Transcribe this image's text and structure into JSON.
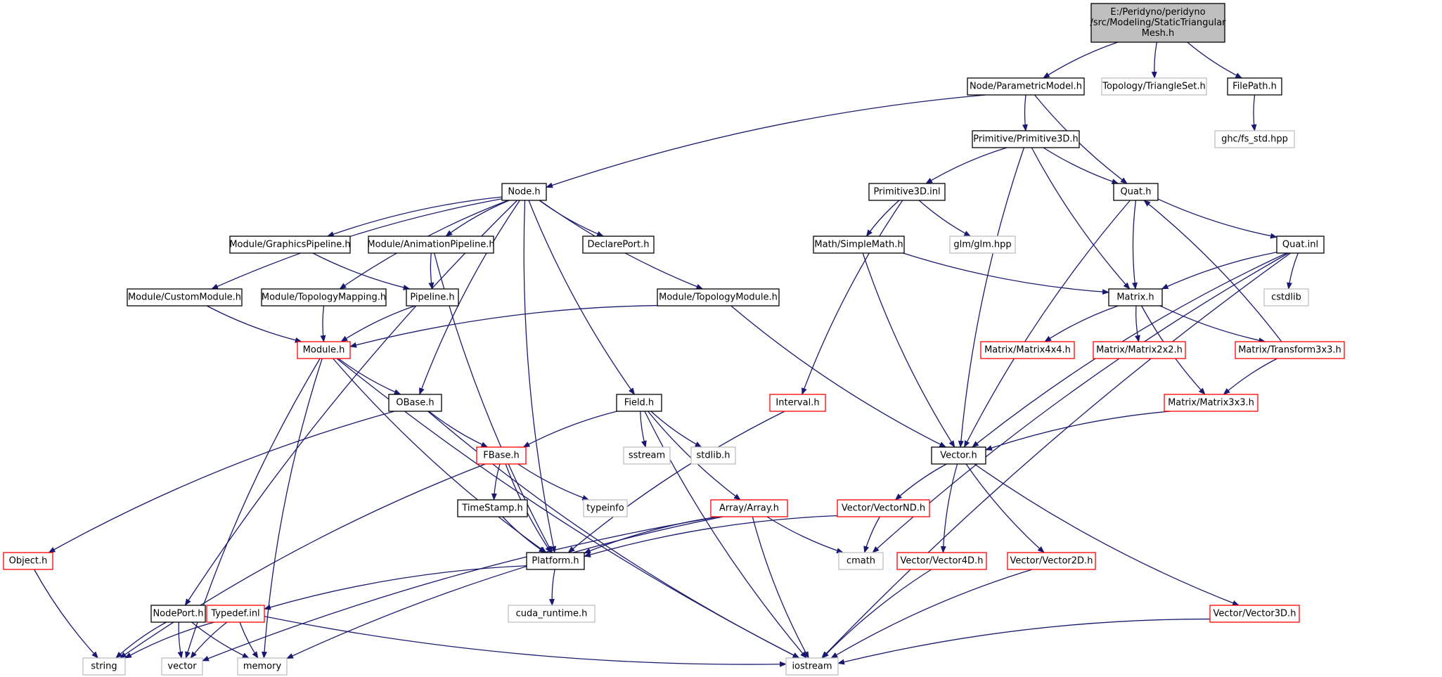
{
  "colors": {
    "edge": "#191970",
    "border_normal": "#000000",
    "border_truncated": "#ff0000",
    "border_external": "#bfbfbf",
    "root_fill": "#bfbfbf",
    "node_fill": "#ffffff"
  },
  "nodes": [
    {
      "id": "root",
      "lines": [
        "E:/Peridyno/peridyno",
        "/src/Modeling/StaticTriangular",
        "Mesh.h"
      ],
      "kind": "root"
    },
    {
      "id": "parametric",
      "lines": [
        "Node/ParametricModel.h"
      ],
      "kind": "normal"
    },
    {
      "id": "triset",
      "lines": [
        "Topology/TriangleSet.h"
      ],
      "kind": "external"
    },
    {
      "id": "filepath",
      "lines": [
        "FilePath.h"
      ],
      "kind": "normal"
    },
    {
      "id": "ghc",
      "lines": [
        "ghc/fs_std.hpp"
      ],
      "kind": "external"
    },
    {
      "id": "prim3d",
      "lines": [
        "Primitive/Primitive3D.h"
      ],
      "kind": "normal"
    },
    {
      "id": "node",
      "lines": [
        "Node.h"
      ],
      "kind": "normal"
    },
    {
      "id": "priminl",
      "lines": [
        "Primitive3D.inl"
      ],
      "kind": "normal"
    },
    {
      "id": "quath",
      "lines": [
        "Quat.h"
      ],
      "kind": "normal"
    },
    {
      "id": "gfxpipe",
      "lines": [
        "Module/GraphicsPipeline.h"
      ],
      "kind": "normal"
    },
    {
      "id": "animpipe",
      "lines": [
        "Module/AnimationPipeline.h"
      ],
      "kind": "normal"
    },
    {
      "id": "declport",
      "lines": [
        "DeclarePort.h"
      ],
      "kind": "normal"
    },
    {
      "id": "simplemath",
      "lines": [
        "Math/SimpleMath.h"
      ],
      "kind": "normal"
    },
    {
      "id": "glm",
      "lines": [
        "glm/glm.hpp"
      ],
      "kind": "external"
    },
    {
      "id": "quatinl",
      "lines": [
        "Quat.inl"
      ],
      "kind": "normal"
    },
    {
      "id": "custmod",
      "lines": [
        "Module/CustomModule.h"
      ],
      "kind": "normal"
    },
    {
      "id": "topomap",
      "lines": [
        "Module/TopologyMapping.h"
      ],
      "kind": "normal"
    },
    {
      "id": "pipeline",
      "lines": [
        "Pipeline.h"
      ],
      "kind": "normal"
    },
    {
      "id": "topomod",
      "lines": [
        "Module/TopologyModule.h"
      ],
      "kind": "normal"
    },
    {
      "id": "matrix",
      "lines": [
        "Matrix.h"
      ],
      "kind": "normal"
    },
    {
      "id": "cstdlib",
      "lines": [
        "cstdlib"
      ],
      "kind": "external"
    },
    {
      "id": "module",
      "lines": [
        "Module.h"
      ],
      "kind": "truncated"
    },
    {
      "id": "m44",
      "lines": [
        "Matrix/Matrix4x4.h"
      ],
      "kind": "truncated"
    },
    {
      "id": "m22",
      "lines": [
        "Matrix/Matrix2x2.h"
      ],
      "kind": "truncated"
    },
    {
      "id": "t33",
      "lines": [
        "Matrix/Transform3x3.h"
      ],
      "kind": "truncated"
    },
    {
      "id": "obase",
      "lines": [
        "OBase.h"
      ],
      "kind": "normal"
    },
    {
      "id": "field",
      "lines": [
        "Field.h"
      ],
      "kind": "normal"
    },
    {
      "id": "interval",
      "lines": [
        "Interval.h"
      ],
      "kind": "truncated"
    },
    {
      "id": "m33",
      "lines": [
        "Matrix/Matrix3x3.h"
      ],
      "kind": "truncated"
    },
    {
      "id": "fbase",
      "lines": [
        "FBase.h"
      ],
      "kind": "truncated"
    },
    {
      "id": "sstream",
      "lines": [
        "sstream"
      ],
      "kind": "external"
    },
    {
      "id": "stdlib",
      "lines": [
        "stdlib.h"
      ],
      "kind": "external"
    },
    {
      "id": "vector",
      "lines": [
        "Vector.h"
      ],
      "kind": "normal"
    },
    {
      "id": "timestamp",
      "lines": [
        "TimeStamp.h"
      ],
      "kind": "normal"
    },
    {
      "id": "typeinfo",
      "lines": [
        "typeinfo"
      ],
      "kind": "external"
    },
    {
      "id": "array",
      "lines": [
        "Array/Array.h"
      ],
      "kind": "truncated"
    },
    {
      "id": "vecnd",
      "lines": [
        "Vector/VectorND.h"
      ],
      "kind": "truncated"
    },
    {
      "id": "object",
      "lines": [
        "Object.h"
      ],
      "kind": "truncated"
    },
    {
      "id": "platform",
      "lines": [
        "Platform.h"
      ],
      "kind": "normal"
    },
    {
      "id": "cmath",
      "lines": [
        "cmath"
      ],
      "kind": "external"
    },
    {
      "id": "vec4",
      "lines": [
        "Vector/Vector4D.h"
      ],
      "kind": "truncated"
    },
    {
      "id": "vec2",
      "lines": [
        "Vector/Vector2D.h"
      ],
      "kind": "truncated"
    },
    {
      "id": "cuda",
      "lines": [
        "cuda_runtime.h"
      ],
      "kind": "external"
    },
    {
      "id": "nodeport",
      "lines": [
        "NodePort.h"
      ],
      "kind": "normal"
    },
    {
      "id": "typedefinl",
      "lines": [
        "Typedef.inl"
      ],
      "kind": "truncated"
    },
    {
      "id": "vec3",
      "lines": [
        "Vector/Vector3D.h"
      ],
      "kind": "truncated"
    },
    {
      "id": "string",
      "lines": [
        "string"
      ],
      "kind": "external"
    },
    {
      "id": "stdvector",
      "lines": [
        "vector"
      ],
      "kind": "external"
    },
    {
      "id": "memory",
      "lines": [
        "memory"
      ],
      "kind": "external"
    },
    {
      "id": "iostream",
      "lines": [
        "iostream"
      ],
      "kind": "external"
    }
  ],
  "edges": [
    [
      "root",
      "parametric"
    ],
    [
      "root",
      "triset"
    ],
    [
      "root",
      "filepath"
    ],
    [
      "filepath",
      "ghc"
    ],
    [
      "parametric",
      "node"
    ],
    [
      "parametric",
      "prim3d"
    ],
    [
      "parametric",
      "quath"
    ],
    [
      "prim3d",
      "priminl"
    ],
    [
      "prim3d",
      "quath"
    ],
    [
      "prim3d",
      "matrix"
    ],
    [
      "prim3d",
      "vector"
    ],
    [
      "priminl",
      "simplemath"
    ],
    [
      "priminl",
      "glm"
    ],
    [
      "priminl",
      "interval"
    ],
    [
      "node",
      "custmod"
    ],
    [
      "node",
      "topomap"
    ],
    [
      "node",
      "gfxpipe"
    ],
    [
      "node",
      "animpipe"
    ],
    [
      "node",
      "declport"
    ],
    [
      "node",
      "topomod"
    ],
    [
      "node",
      "field"
    ],
    [
      "node",
      "obase"
    ],
    [
      "node",
      "platform"
    ],
    [
      "node",
      "nodeport"
    ],
    [
      "gfxpipe",
      "pipeline"
    ],
    [
      "animpipe",
      "pipeline"
    ],
    [
      "animpipe",
      "platform"
    ],
    [
      "custmod",
      "module"
    ],
    [
      "topomap",
      "module"
    ],
    [
      "pipeline",
      "module"
    ],
    [
      "topomod",
      "module"
    ],
    [
      "topomod",
      "vector"
    ],
    [
      "simplemath",
      "matrix"
    ],
    [
      "simplemath",
      "vector"
    ],
    [
      "quath",
      "matrix"
    ],
    [
      "quath",
      "quatinl"
    ],
    [
      "quath",
      "vector"
    ],
    [
      "quatinl",
      "matrix"
    ],
    [
      "quatinl",
      "cstdlib"
    ],
    [
      "quatinl",
      "vector"
    ],
    [
      "quatinl",
      "cmath"
    ],
    [
      "quatinl",
      "iostream"
    ],
    [
      "matrix",
      "m44"
    ],
    [
      "matrix",
      "m22"
    ],
    [
      "matrix",
      "t33"
    ],
    [
      "matrix",
      "m33"
    ],
    [
      "t33",
      "m33"
    ],
    [
      "t33",
      "quath"
    ],
    [
      "m33",
      "vector"
    ],
    [
      "module",
      "obase"
    ],
    [
      "module",
      "platform"
    ],
    [
      "module",
      "memory"
    ],
    [
      "module",
      "iostream"
    ],
    [
      "module",
      "stdvector"
    ],
    [
      "obase",
      "fbase"
    ],
    [
      "obase",
      "object"
    ],
    [
      "obase",
      "iostream"
    ],
    [
      "field",
      "fbase"
    ],
    [
      "field",
      "sstream"
    ],
    [
      "field",
      "stdlib"
    ],
    [
      "field",
      "array"
    ],
    [
      "field",
      "iostream"
    ],
    [
      "interval",
      "platform"
    ],
    [
      "fbase",
      "timestamp"
    ],
    [
      "fbase",
      "typeinfo"
    ],
    [
      "fbase",
      "platform"
    ],
    [
      "fbase",
      "string"
    ],
    [
      "timestamp",
      "platform"
    ],
    [
      "array",
      "platform"
    ],
    [
      "array",
      "cmath"
    ],
    [
      "array",
      "iostream"
    ],
    [
      "array",
      "stdvector"
    ],
    [
      "array",
      "memory"
    ],
    [
      "vector",
      "vecnd"
    ],
    [
      "vector",
      "vec4"
    ],
    [
      "vector",
      "vec2"
    ],
    [
      "vector",
      "vec3"
    ],
    [
      "vecnd",
      "cmath"
    ],
    [
      "vecnd",
      "platform"
    ],
    [
      "vec4",
      "iostream"
    ],
    [
      "vec2",
      "iostream"
    ],
    [
      "vec3",
      "iostream"
    ],
    [
      "platform",
      "cuda"
    ],
    [
      "platform",
      "typedefinl"
    ],
    [
      "object",
      "string"
    ],
    [
      "nodeport",
      "string"
    ],
    [
      "nodeport",
      "stdvector"
    ],
    [
      "nodeport",
      "memory"
    ],
    [
      "typedefinl",
      "string"
    ],
    [
      "typedefinl",
      "stdvector"
    ],
    [
      "typedefinl",
      "memory"
    ],
    [
      "typedefinl",
      "iostream"
    ]
  ]
}
